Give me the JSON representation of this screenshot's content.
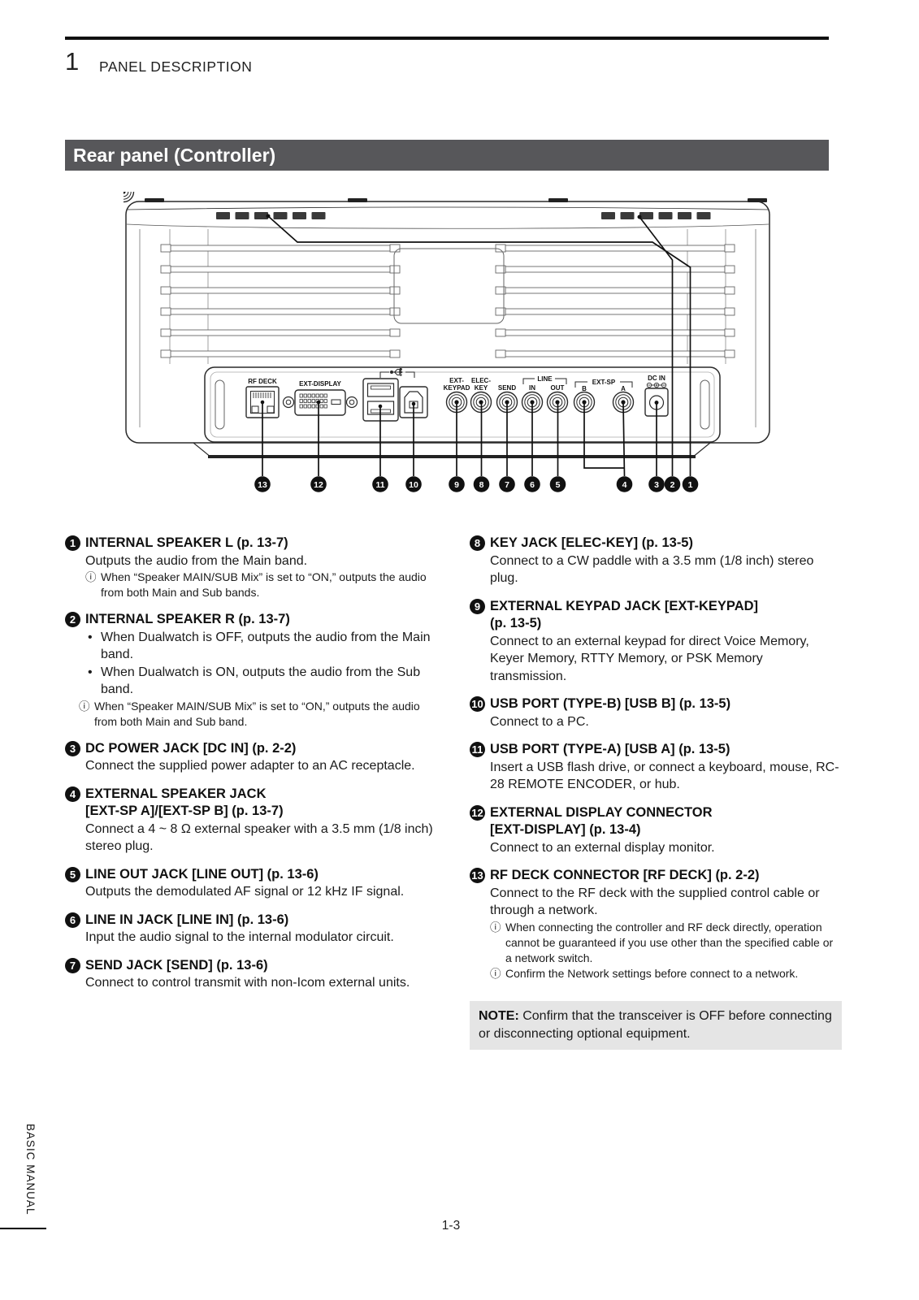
{
  "header": {
    "chapter_number": "1",
    "chapter_title": "PANEL DESCRIPTION",
    "section_title": "Rear panel (Controller)"
  },
  "footer": {
    "page_number": "1-3",
    "sidebar_label": "BASIC MANUAL"
  },
  "note": {
    "label": "NOTE:",
    "text": " Confirm that the transceiver is OFF before connecting or disconnecting optional equipment."
  },
  "diagram": {
    "labels": {
      "rf_deck": "RF DECK",
      "ext_display": "EXT-DISPLAY",
      "ext_keypad_1": "EXT-",
      "ext_keypad_2": "KEYPAD",
      "elec_key_1": "ELEC-",
      "elec_key_2": "KEY",
      "send": "SEND",
      "line": "LINE",
      "line_in": "IN",
      "line_out": "OUT",
      "ext_sp": "EXT-SP",
      "sp_b": "B",
      "sp_a": "A",
      "dc_in": "DC IN"
    },
    "callouts": [
      "13",
      "12",
      "11",
      "10",
      "9",
      "8",
      "7",
      "6",
      "5",
      "4",
      "3",
      "2",
      "1"
    ]
  },
  "left_items": [
    {
      "num": "1",
      "title": [
        "INTERNAL SPEAKER L (p. 13-7)"
      ],
      "body": [
        {
          "t": "p",
          "x": "Outputs the audio from the Main band."
        },
        {
          "t": "i",
          "x": "When “Speaker MAIN/SUB Mix” is set to “ON,” outputs the audio from both Main and Sub bands."
        }
      ]
    },
    {
      "num": "2",
      "title": [
        "INTERNAL SPEAKER R (p. 13-7)"
      ],
      "body": [
        {
          "t": "b",
          "x": "When Dualwatch is OFF, outputs the audio from the Main band."
        },
        {
          "t": "b",
          "x": "When Dualwatch is ON, outputs the audio from the Sub band."
        },
        {
          "t": "i2",
          "x": "When “Speaker MAIN/SUB Mix” is set to “ON,” outputs the audio from both Main and Sub band."
        }
      ]
    },
    {
      "num": "3",
      "title": [
        "DC POWER JACK [DC IN] (p. 2-2)"
      ],
      "body": [
        {
          "t": "p",
          "x": "Connect the supplied power adapter to an AC receptacle."
        }
      ]
    },
    {
      "num": "4",
      "title": [
        "EXTERNAL SPEAKER JACK",
        "[EXT-SP A]/[EXT-SP B] (p. 13-7)"
      ],
      "body": [
        {
          "t": "p",
          "x": "Connect a 4 ~ 8 Ω external speaker with a 3.5 mm (1/8 inch) stereo plug."
        }
      ]
    },
    {
      "num": "5",
      "title": [
        "LINE OUT JACK [LINE OUT] (p. 13-6)"
      ],
      "body": [
        {
          "t": "p",
          "x": "Outputs the demodulated AF signal or 12 kHz IF signal."
        }
      ]
    },
    {
      "num": "6",
      "title": [
        "LINE IN JACK [LINE IN] (p. 13-6)"
      ],
      "body": [
        {
          "t": "p",
          "x": "Input the audio signal to the internal modulator circuit."
        }
      ]
    },
    {
      "num": "7",
      "title": [
        "SEND JACK [SEND] (p. 13-6)"
      ],
      "body": [
        {
          "t": "p",
          "x": "Connect to control transmit with non-Icom external units."
        }
      ]
    }
  ],
  "right_items": [
    {
      "num": "8",
      "title": [
        "KEY JACK [ELEC-KEY] (p. 13-5)"
      ],
      "body": [
        {
          "t": "p",
          "x": "Connect to a CW paddle with a 3.5 mm (1/8 inch) stereo plug."
        }
      ]
    },
    {
      "num": "9",
      "title": [
        "EXTERNAL KEYPAD JACK [EXT-KEYPAD]",
        "(p. 13-5)"
      ],
      "body": [
        {
          "t": "p",
          "x": "Connect to an external keypad for direct Voice Memory, Keyer Memory, RTTY Memory, or PSK Memory transmission."
        }
      ]
    },
    {
      "num": "10",
      "title": [
        "USB PORT (TYPE-B) [USB B] (p. 13-5)"
      ],
      "body": [
        {
          "t": "p",
          "x": "Connect to a PC."
        }
      ]
    },
    {
      "num": "11",
      "title": [
        "USB PORT (TYPE-A) [USB A] (p. 13-5)"
      ],
      "body": [
        {
          "t": "p",
          "x": "Insert a USB flash drive, or connect a keyboard, mouse, RC-28 REMOTE ENCODER, or hub."
        }
      ]
    },
    {
      "num": "12",
      "title": [
        "EXTERNAL DISPLAY CONNECTOR",
        "[EXT-DISPLAY] (p. 13-4)"
      ],
      "body": [
        {
          "t": "p",
          "x": "Connect to an external display monitor."
        }
      ]
    },
    {
      "num": "13",
      "title": [
        "RF DECK CONNECTOR [RF DECK] (p. 2-2)"
      ],
      "body": [
        {
          "t": "p",
          "x": "Connect to the RF deck with the supplied control cable or through a network."
        },
        {
          "t": "i",
          "x": "When connecting the controller and RF deck directly, operation cannot be guaranteed if you use other than the specified cable or a network switch."
        },
        {
          "t": "i",
          "x": "Confirm the Network settings before connect to a network."
        }
      ]
    }
  ]
}
